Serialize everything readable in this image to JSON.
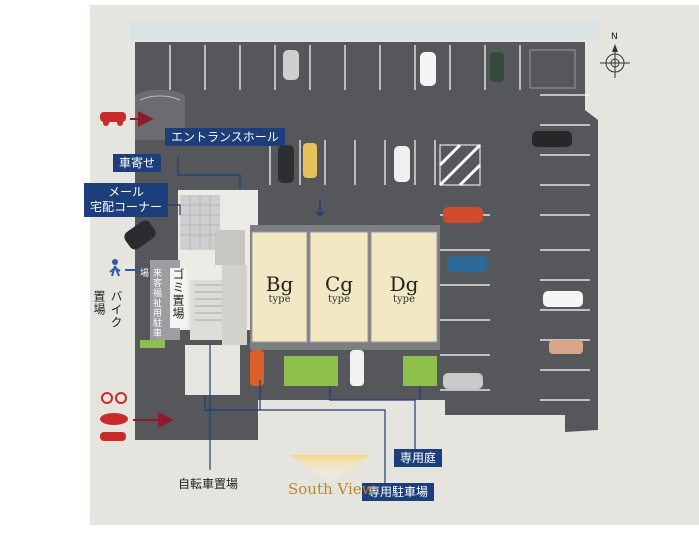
{
  "labels": {
    "entrance_hall": "エントランスホール",
    "drop_off": "車寄せ",
    "mail_corner_line1": "メール",
    "mail_corner_line2": "宅配コーナー",
    "garbage": "ゴミ置場",
    "bike_parking": "バイク置場",
    "guest_parking": "来客福祉用駐車場",
    "bicycle_parking": "自転車置場",
    "private_garden": "専用庭",
    "private_parking": "専用駐車場",
    "south_view": "South View",
    "north": "N"
  },
  "units": [
    {
      "name": "Bg",
      "type": "type"
    },
    {
      "name": "Cg",
      "type": "type"
    },
    {
      "name": "Dg",
      "type": "type"
    }
  ],
  "colors": {
    "asphalt": "#55575b",
    "sidewalk": "#e6e4df",
    "building_floor": "#f2e8c3",
    "garden": "#8dbf4d",
    "label_bg": "#1c3e7a",
    "arrow": "#8a1c2c",
    "south_view": "#b8892a"
  },
  "icons": [
    "car-icon",
    "pedestrian-icon",
    "bicycle-icon",
    "motorcycle-icon",
    "compass-icon"
  ]
}
